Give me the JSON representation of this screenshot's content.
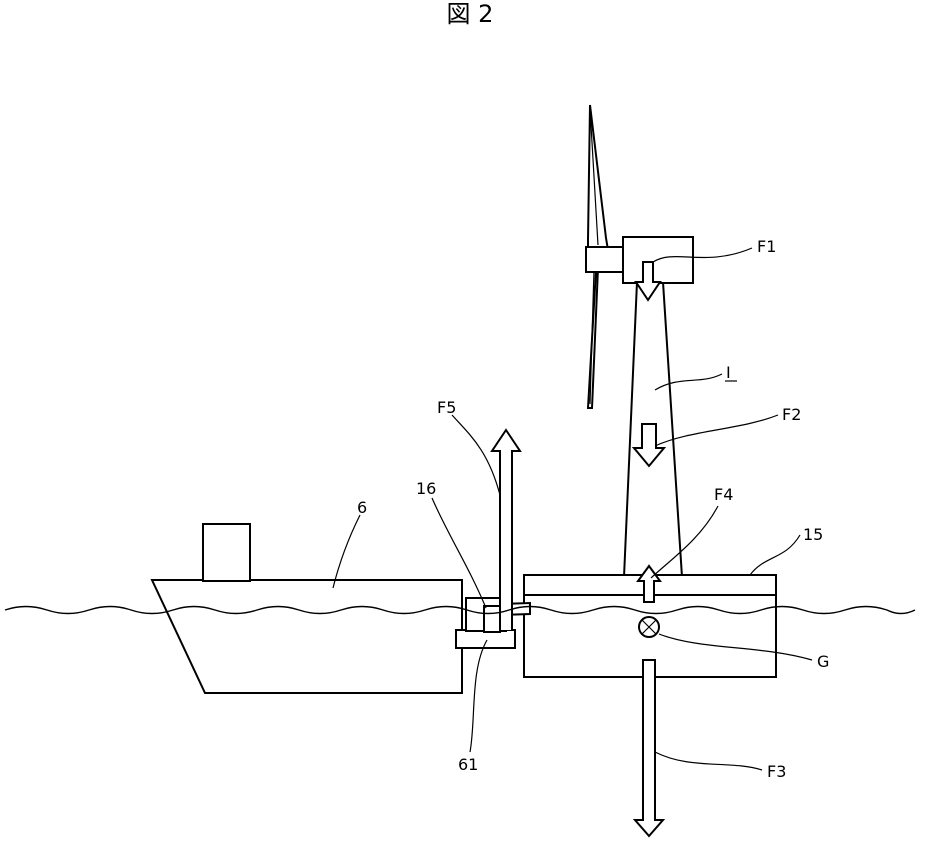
{
  "figure_title": "図 2",
  "labels": {
    "nacelle_force": "F1",
    "tower_id": "I",
    "tower_force": "F2",
    "platform_up_force": "F4",
    "platform": "15",
    "ship_lift_force": "F5",
    "connector": "16",
    "ship": "6",
    "center_of_gravity": "G",
    "ship_connector": "61",
    "buoyancy_force": "F3"
  }
}
